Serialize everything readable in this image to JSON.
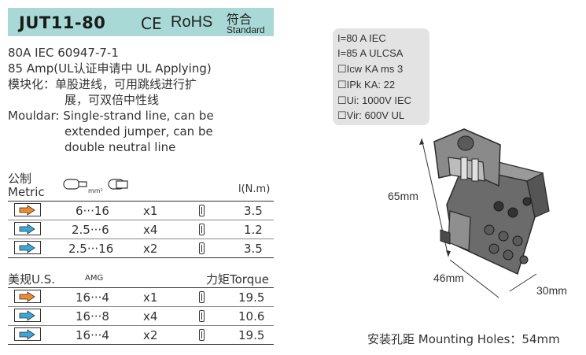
{
  "header": {
    "model": "JUT11-80",
    "ce": "CE",
    "rohs": "RoHS",
    "fuhe": "符合",
    "standard": "Standard"
  },
  "specs": [
    "80A  IEC  60947-7-1",
    "85 Amp(UL认证申请中 UL Applying)",
    "模块化：单股进线，可用跳线进行扩",
    "展，可双倍中性线",
    "Mouldar: Single-strand line, can be",
    "extended jumper, can be",
    "double neutral line"
  ],
  "metric": {
    "label_cn": "公制",
    "label_en": "Metric",
    "mm2": "mm²",
    "torque_label": "l(N.m)",
    "rows": [
      {
        "range": "6···16",
        "count": "x1",
        "torque": "3.5",
        "arrow": "orange"
      },
      {
        "range": "2.5···6",
        "count": "x4",
        "torque": "1.2",
        "arrow": "blue"
      },
      {
        "range": "2.5···16",
        "count": "x2",
        "torque": "3.5",
        "arrow": "blue"
      }
    ]
  },
  "us": {
    "label": "美规U.S.",
    "awg": "AMG",
    "torque_label": "力矩Torque",
    "rows": [
      {
        "range": "16···4",
        "count": "x1",
        "torque": "19.5",
        "arrow": "orange"
      },
      {
        "range": "16···8",
        "count": "x4",
        "torque": "10.6",
        "arrow": "blue"
      },
      {
        "range": "16···4",
        "count": "x2",
        "torque": "19.5",
        "arrow": "blue"
      }
    ]
  },
  "ratings": [
    "I=80 A IEC",
    "I=85 A ULCSA",
    "☐Icw KA ms 3",
    "☐IPk KA: 22",
    "☐Ui: 1000V IEC",
    "☐Vir: 600V UL"
  ],
  "dimensions": {
    "height": "65mm",
    "width": "46mm",
    "depth": "30mm"
  },
  "mounting": "安装孔距 Mounting Holes：54mm",
  "colors": {
    "header_bg": "#a9d9d6",
    "arrow_orange": "#f08a2a",
    "arrow_blue": "#3aa7d8",
    "spec_box_bg": "#e3e3e3"
  }
}
